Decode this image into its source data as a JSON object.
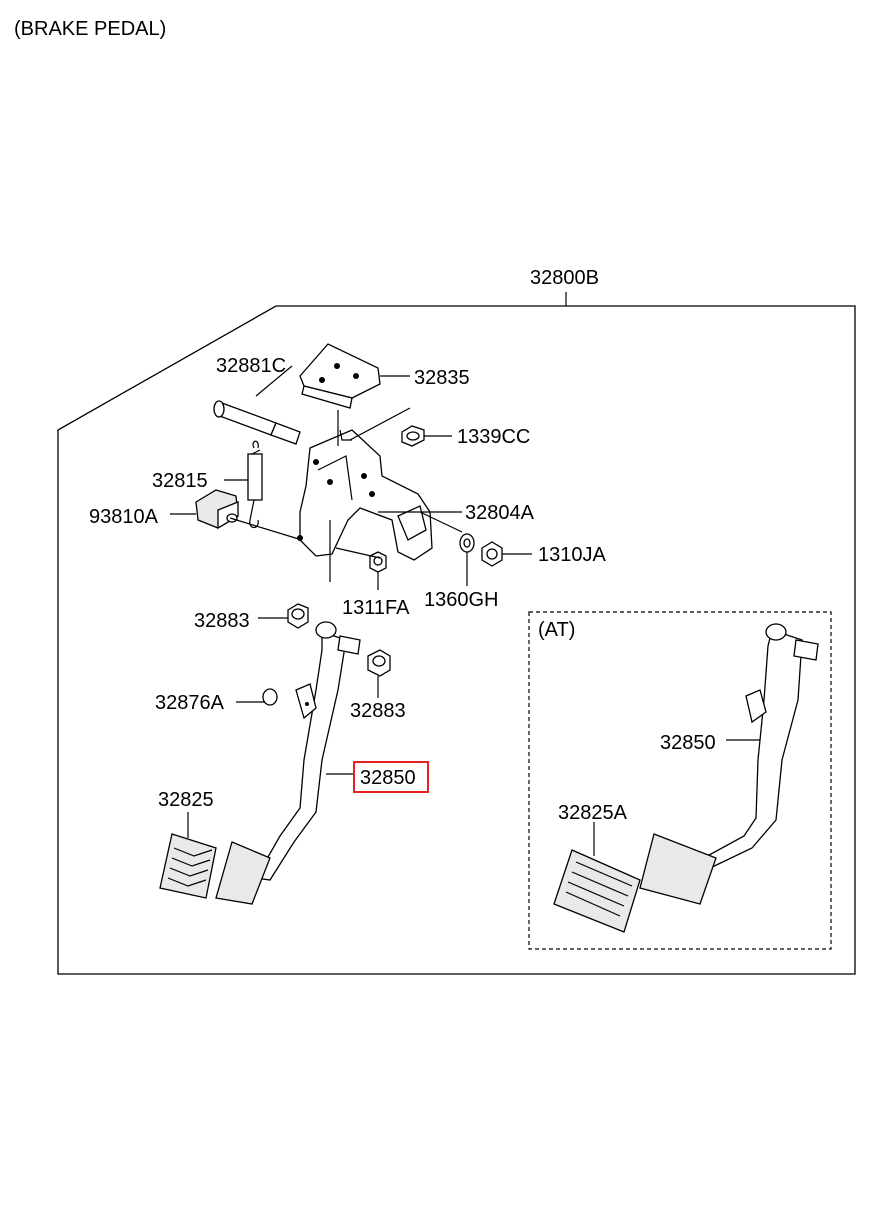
{
  "title": "(BRAKE PEDAL)",
  "assembly_label": "32800B",
  "at_section_label": "(AT)",
  "labels": {
    "p32881C": "32881C",
    "p32835": "32835",
    "p1339CC": "1339CC",
    "p32815": "32815",
    "p93810A": "93810A",
    "p32804A": "32804A",
    "p1310JA": "1310JA",
    "p1311FA": "1311FA",
    "p1360GH": "1360GH",
    "p32883_upper": "32883",
    "p32883_lower": "32883",
    "p32876A": "32876A",
    "p32850_highlighted": "32850",
    "p32825": "32825",
    "p32850_at": "32850",
    "p32825A": "32825A"
  },
  "highlight_color": "#e8201f",
  "line_color": "#000000"
}
